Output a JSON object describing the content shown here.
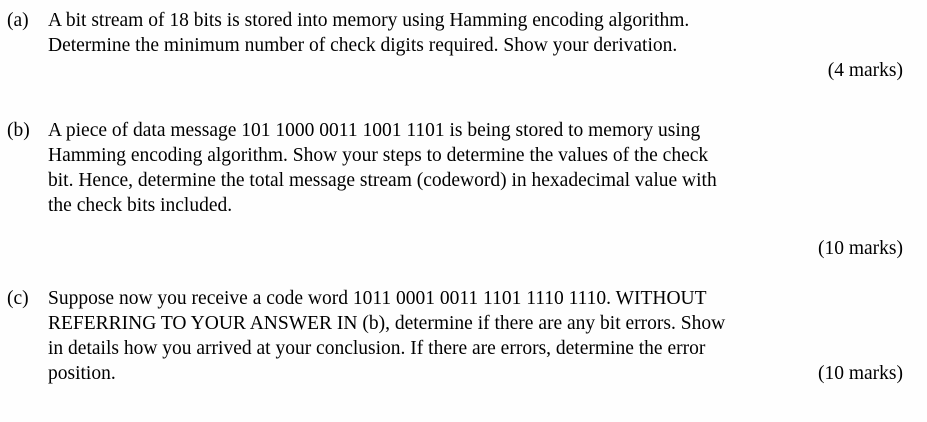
{
  "document": {
    "type": "exam-question-sheet",
    "background_color": "#fefefe",
    "text_color": "#000000"
  },
  "questions": [
    {
      "label": "(a)",
      "lines": [
        "A bit stream of 18 bits is stored into memory using Hamming encoding algorithm.",
        "Determine the minimum number of check digits required. Show your derivation."
      ],
      "marks": "(4 marks)",
      "marks_on_own_line": true
    },
    {
      "label": "(b)",
      "lines": [
        "A piece of data message 101 1000 0011 1001 1101 is being stored to memory using",
        "Hamming encoding algorithm. Show your steps to determine the values of the check",
        "bit. Hence, determine the total message stream (codeword) in hexadecimal value with",
        "the check bits included."
      ],
      "marks": "(10 marks)",
      "marks_on_own_line": true
    },
    {
      "label": "(c)",
      "lines": [
        "Suppose now you receive a code word 1011 0001 0011 1101 1110 1110. WITHOUT",
        "REFERRING TO YOUR ANSWER IN (b), determine if there are any bit errors.  Show",
        "in details how you arrived at your conclusion.  If there are errors, determine the error"
      ],
      "last_line_text": "position.",
      "marks": "(10 marks)",
      "marks_on_own_line": false
    }
  ]
}
